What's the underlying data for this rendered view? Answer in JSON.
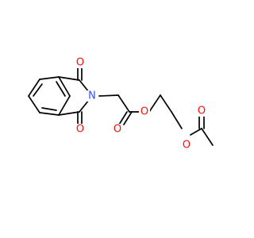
{
  "molecule": {
    "atoms": [
      {
        "id": "o-top-carbonyl",
        "symbol": "O",
        "color": "#ff0d0d"
      },
      {
        "id": "n-imide",
        "symbol": "N",
        "color": "#3050f8"
      },
      {
        "id": "o-bottom-carbonyl",
        "symbol": "O",
        "color": "#ff0d0d"
      },
      {
        "id": "o-ester-carbonyl",
        "symbol": "O",
        "color": "#ff0d0d"
      },
      {
        "id": "o-ester-1",
        "symbol": "O",
        "color": "#ff0d0d"
      },
      {
        "id": "o-ester-2",
        "symbol": "O",
        "color": "#ff0d0d"
      },
      {
        "id": "o-acetyl-carbonyl",
        "symbol": "O",
        "color": "#ff0d0d"
      }
    ]
  }
}
